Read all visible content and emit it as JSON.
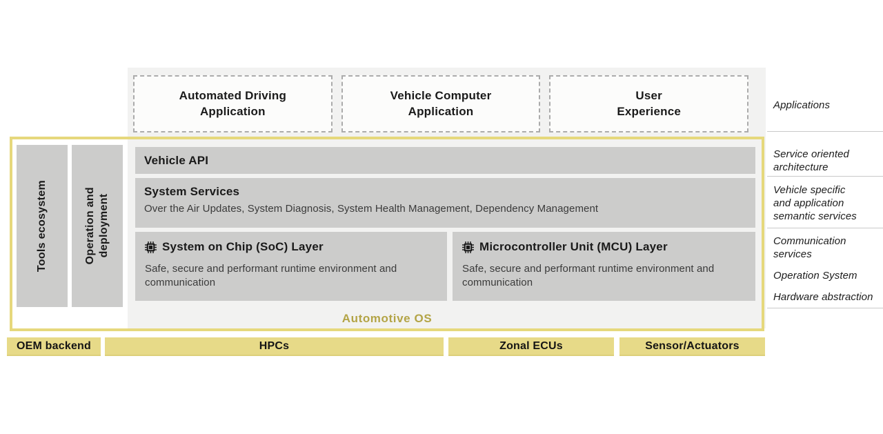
{
  "diagram_title": "Automotive OS",
  "top_apps": {
    "items": [
      {
        "label": "Automated Driving\nApplication"
      },
      {
        "label": "Vehicle Computer\nApplication"
      },
      {
        "label": "User\nExperience"
      }
    ]
  },
  "os_box": {
    "caption": "Automotive OS",
    "side_columns": [
      {
        "label": "Tools ecosystem"
      },
      {
        "label": "Operation and\ndeployment"
      }
    ],
    "vehicle_api": {
      "title": "Vehicle API"
    },
    "system_services": {
      "title": "System Services",
      "subtitle": "Over the Air Updates, System Diagnosis, System Health Management, Dependency Management"
    },
    "soc_layer": {
      "icon": "chip-icon",
      "title": "System on Chip (SoC) Layer",
      "description": "Safe, secure and performant runtime environment and communication"
    },
    "mcu_layer": {
      "icon": "chip-icon",
      "title": "Microcontroller Unit (MCU) Layer",
      "description": "Safe, secure and performant runtime environment and communication"
    }
  },
  "bottom_row": {
    "items": [
      {
        "label": "OEM backend"
      },
      {
        "label": "HPCs"
      },
      {
        "label": "Zonal ECUs"
      },
      {
        "label": "Sensor/Actuators"
      }
    ]
  },
  "right_rail": {
    "labels": [
      {
        "text": "Applications"
      },
      {
        "text": "Service oriented\narchitecture"
      },
      {
        "text": "Vehicle specific\nand application\nsemantic services"
      },
      {
        "text": "Communication\nservices"
      },
      {
        "text": "Operation System"
      },
      {
        "text": "Hardware abstraction"
      }
    ]
  },
  "colors": {
    "accent_yellow_border": "#e6d87c",
    "hardware_yellow": "#e7da88",
    "bar_gray": "#cccccb",
    "backdrop_gray": "#f2f2f1",
    "caption_gold": "#b3a446",
    "dashed_border_gray": "#ababab"
  }
}
